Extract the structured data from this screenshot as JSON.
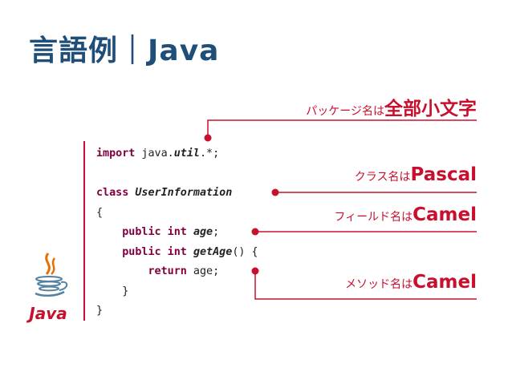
{
  "title": "言語例｜Java",
  "logo": {
    "icon": "java-logo-icon",
    "text": "Java"
  },
  "colors": {
    "accent": "#c8102e",
    "title": "#1f4e79",
    "keyword": "#800040"
  },
  "code": {
    "line1": {
      "kw": "import",
      "pre": " java.",
      "it": "util",
      "post": ".*;"
    },
    "line3": {
      "kw": "class",
      "it": " UserInformation"
    },
    "line4": {
      "text": "{"
    },
    "line5": {
      "indent": "    ",
      "kw": "public int",
      "sp": " ",
      "it": "age",
      "post": ";"
    },
    "line6": {
      "indent": "    ",
      "kw": "public int",
      "sp": " ",
      "it": "getAge",
      "post": "() {"
    },
    "line7": {
      "indent": "        ",
      "kw": "return",
      "post": " age;"
    },
    "line8": {
      "text": "    }"
    },
    "line9": {
      "text": "}"
    }
  },
  "annotations": {
    "package": {
      "label": "パッケージ名は",
      "rule": "全部小文字"
    },
    "class": {
      "label": "クラス名は",
      "rule": "Pascal"
    },
    "field": {
      "label": "フィールド名は",
      "rule": "Camel"
    },
    "method": {
      "label": "メソッド名は",
      "rule": "Camel"
    }
  }
}
